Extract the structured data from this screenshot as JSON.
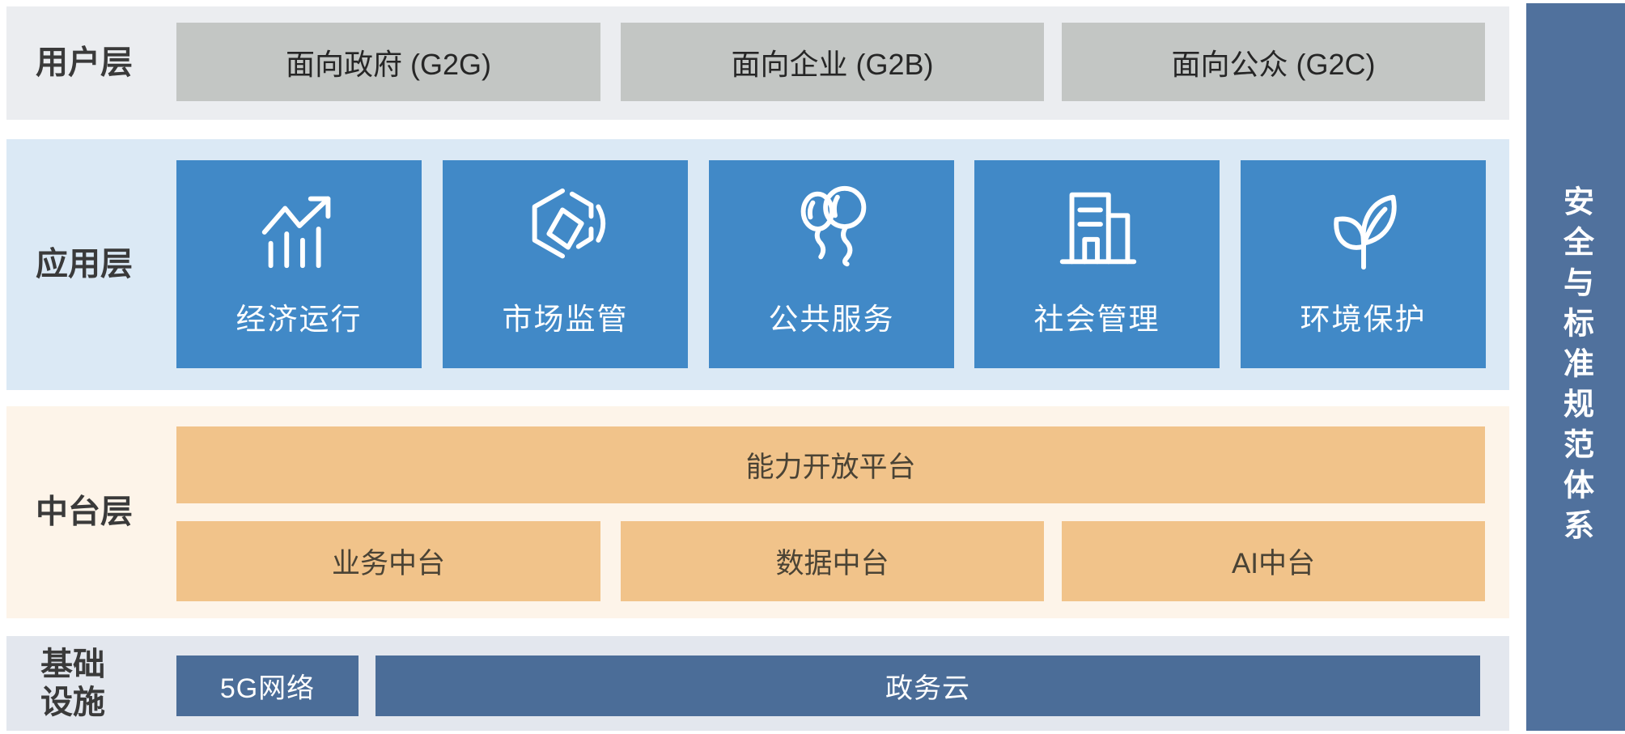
{
  "layers": {
    "user": {
      "label": "用户层",
      "items": [
        "面向政府 (G2G)",
        "面向企业 (G2B)",
        "面向公众 (G2C)"
      ]
    },
    "app": {
      "label": "应用层",
      "items": [
        {
          "icon": "trend-chart-icon",
          "label": "经济运行"
        },
        {
          "icon": "hexagon-cube-icon",
          "label": "市场监管"
        },
        {
          "icon": "balloons-icon",
          "label": "公共服务"
        },
        {
          "icon": "buildings-icon",
          "label": "社会管理"
        },
        {
          "icon": "leaves-icon",
          "label": "环境保护"
        }
      ]
    },
    "middle": {
      "label": "中台层",
      "platform": "能力开放平台",
      "items": [
        "业务中台",
        "数据中台",
        "AI中台"
      ]
    },
    "infra": {
      "label_lines": [
        "基础",
        "设施"
      ],
      "items": [
        "5G网络",
        "政务云"
      ]
    }
  },
  "sidebar": {
    "label": "安全与标准规范体系"
  },
  "colors": {
    "user_band": "#ebedf0",
    "user_box": "#c3c6c4",
    "app_band": "#dbe9f5",
    "app_box": "#4189c7",
    "mid_band": "#fdf4e9",
    "mid_box": "#f1c38a",
    "infra_band": "#e3e7ee",
    "infra_box": "#4b6d98",
    "sidebar_bar": "#50719d",
    "label_text": "#3a3a3a"
  }
}
